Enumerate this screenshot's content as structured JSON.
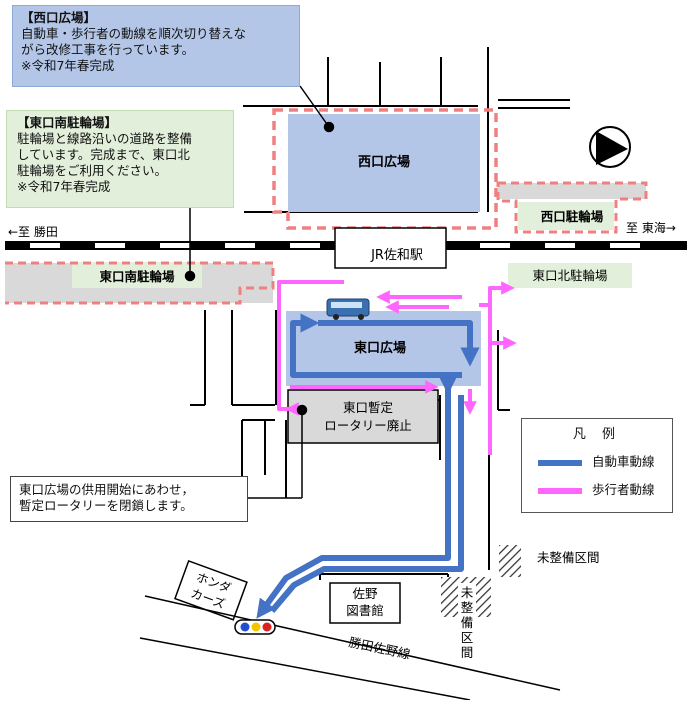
{
  "notes": {
    "west_plaza": {
      "title": "【西口広場】",
      "lines": [
        "自動車・歩行者の動線を順次切り替えな",
        "がら改修工事を行っています。",
        "※令和7年春完成"
      ]
    },
    "east_south_parking": {
      "title": "【東口南駐輪場】",
      "lines": [
        "駐輪場と線路沿いの道路を整備",
        "しています。完成まで、東口北",
        "駐輪場をご利用ください。",
        "※令和7年春完成"
      ]
    },
    "rotary_closure": {
      "lines": [
        "東口広場の供用開始にあわせ，",
        "暫定ロータリーを閉鎖します。"
      ]
    }
  },
  "labels": {
    "west_plaza": "西口広場",
    "west_parking": "西口駐輪場",
    "east_south_parking": "東口南駐輪場",
    "east_north_parking": "東口北駐輪場",
    "station": "JR佐和駅",
    "east_plaza": "東口広場",
    "temp_rotary_line1": "東口暫定",
    "temp_rotary_line2": "ロータリー廃止",
    "to_katsuta": "←至 勝田",
    "to_tokai": "至 東海→",
    "honda_cars_line1": "ホンダ",
    "honda_cars_line2": "カーズ",
    "library_line1": "佐野",
    "library_line2": "図書館",
    "unfinished_section": "未整備区間",
    "unfinished_vertical": [
      "未",
      "整",
      "備",
      "区",
      "間"
    ],
    "road_name": "勝田佐野線"
  },
  "legend": {
    "title": "凡 例",
    "items": [
      {
        "label": "自動車動線",
        "color": "#4472c4"
      },
      {
        "label": "歩行者動線",
        "color": "#ff66ff"
      }
    ]
  },
  "colors": {
    "plaza_fill": "#b4c6e7",
    "parking_fill": "#d9d9d9",
    "note_green": "#e2efda",
    "construction_dash": "#f08080",
    "car_route": "#4472c4",
    "pedestrian_route": "#ff66ff",
    "railway": "#000000"
  },
  "icons": [
    "compass-north-arrow-icon",
    "bus-icon",
    "traffic-signal-icon"
  ]
}
